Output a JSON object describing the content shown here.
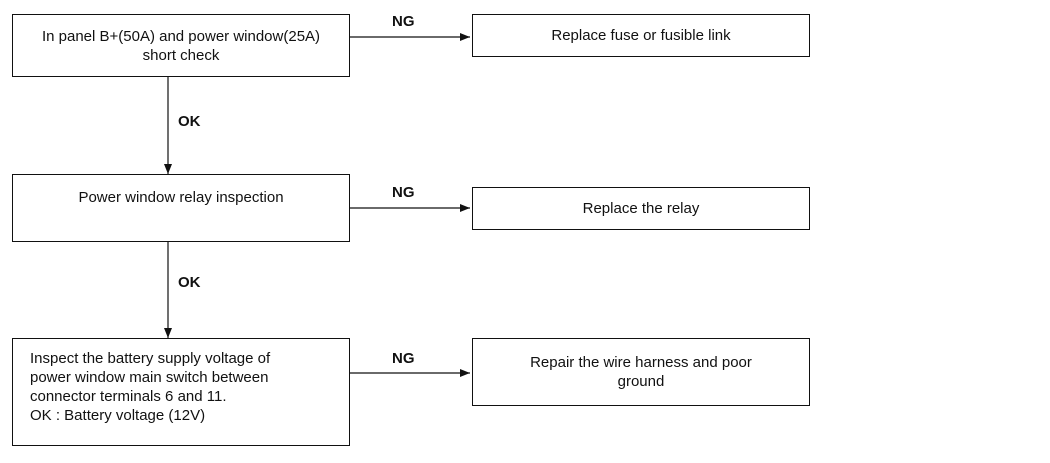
{
  "nodes": {
    "short_check": {
      "lines": [
        "In panel B+(50A) and power window(25A)",
        "short check"
      ]
    },
    "replace_fuse": {
      "text": "Replace fuse or fusible link"
    },
    "relay_inspection": {
      "text": "Power window relay inspection"
    },
    "replace_relay": {
      "text": "Replace the relay"
    },
    "battery_inspect": {
      "lines": [
        "Inspect the battery supply voltage of",
        "power window main switch between",
        "connector terminals 6 and 11.",
        "OK : Battery voltage (12V)"
      ]
    },
    "repair_wire": {
      "lines": [
        "Repair the wire harness and poor",
        "ground"
      ]
    }
  },
  "edges": {
    "ng": "NG",
    "ok": "OK"
  }
}
